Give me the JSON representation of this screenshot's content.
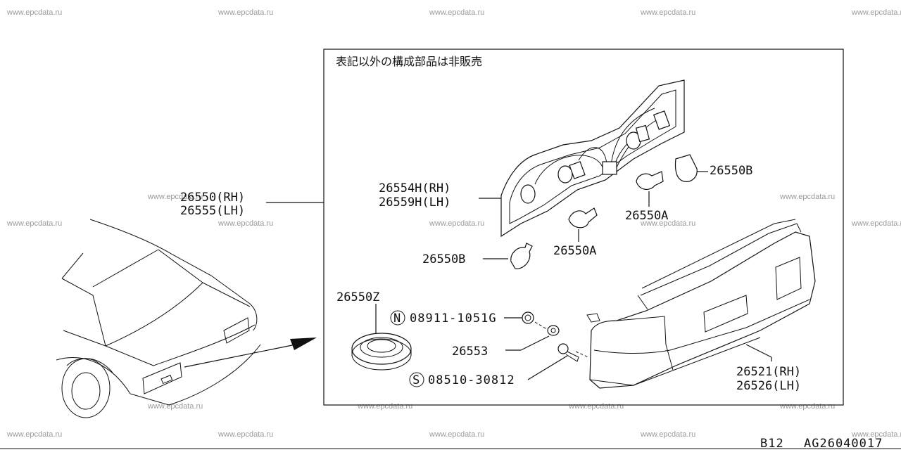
{
  "watermark": "www.epcdata.ru",
  "note": "表記以外の構成部品は非販売",
  "labels": {
    "assy_rh": "26550(RH)",
    "assy_lh": "26555(LH)",
    "harness_rh": "26554H(RH)",
    "harness_lh": "26559H(LH)",
    "bulb_b_top": "26550B",
    "bulb_a_right": "26550A",
    "bulb_a_mid": "26550A",
    "bulb_b_left": "26550B",
    "seal": "26550Z",
    "nut_code": "08911-1051G",
    "nut_prefix": "N",
    "washer": "26553",
    "screw_code": "08510-30812",
    "screw_prefix": "S",
    "lens_rh": "26521(RH)",
    "lens_lh": "26526(LH)"
  },
  "footer": {
    "page": "B12",
    "code": "AG26040017"
  }
}
